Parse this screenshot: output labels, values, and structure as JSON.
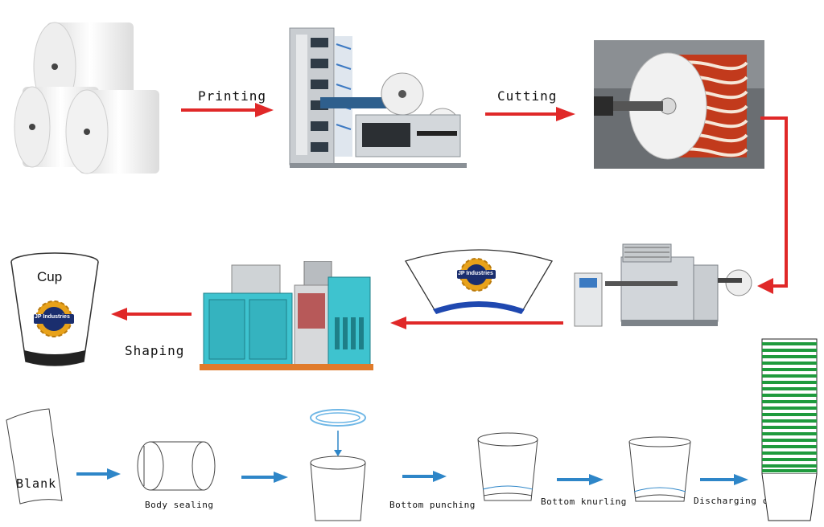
{
  "colors": {
    "arrow_red": "#e02828",
    "arrow_blue": "#2e86c8",
    "machine_teal": "#3ec3cf",
    "paper_white": "#f4f4f4",
    "stack_green": "#1f9a3d",
    "logo_gold": "#e8a21a",
    "logo_navy": "#1a2e6e"
  },
  "process_labels": {
    "printing": "Printing",
    "cutting": "Cutting",
    "cup": "Cup",
    "shaping": "Shaping"
  },
  "logo_text": "JP Industries",
  "steps_labels": {
    "blank": "Blank",
    "body_sealing": "Body sealing",
    "bottom_punching": "Bottom punching",
    "bottom_knurling": "Bottom knurling",
    "discharging_cup": "Discharging cup"
  },
  "icons": {
    "paper_rolls": "paper-rolls-image",
    "printing_machine": "flexo-printing-machine-image",
    "printed_roll": "printed-paper-roll-image",
    "die_cutting_machine": "die-cutting-machine-image",
    "cup_forming_machine": "cup-forming-machine-image"
  }
}
